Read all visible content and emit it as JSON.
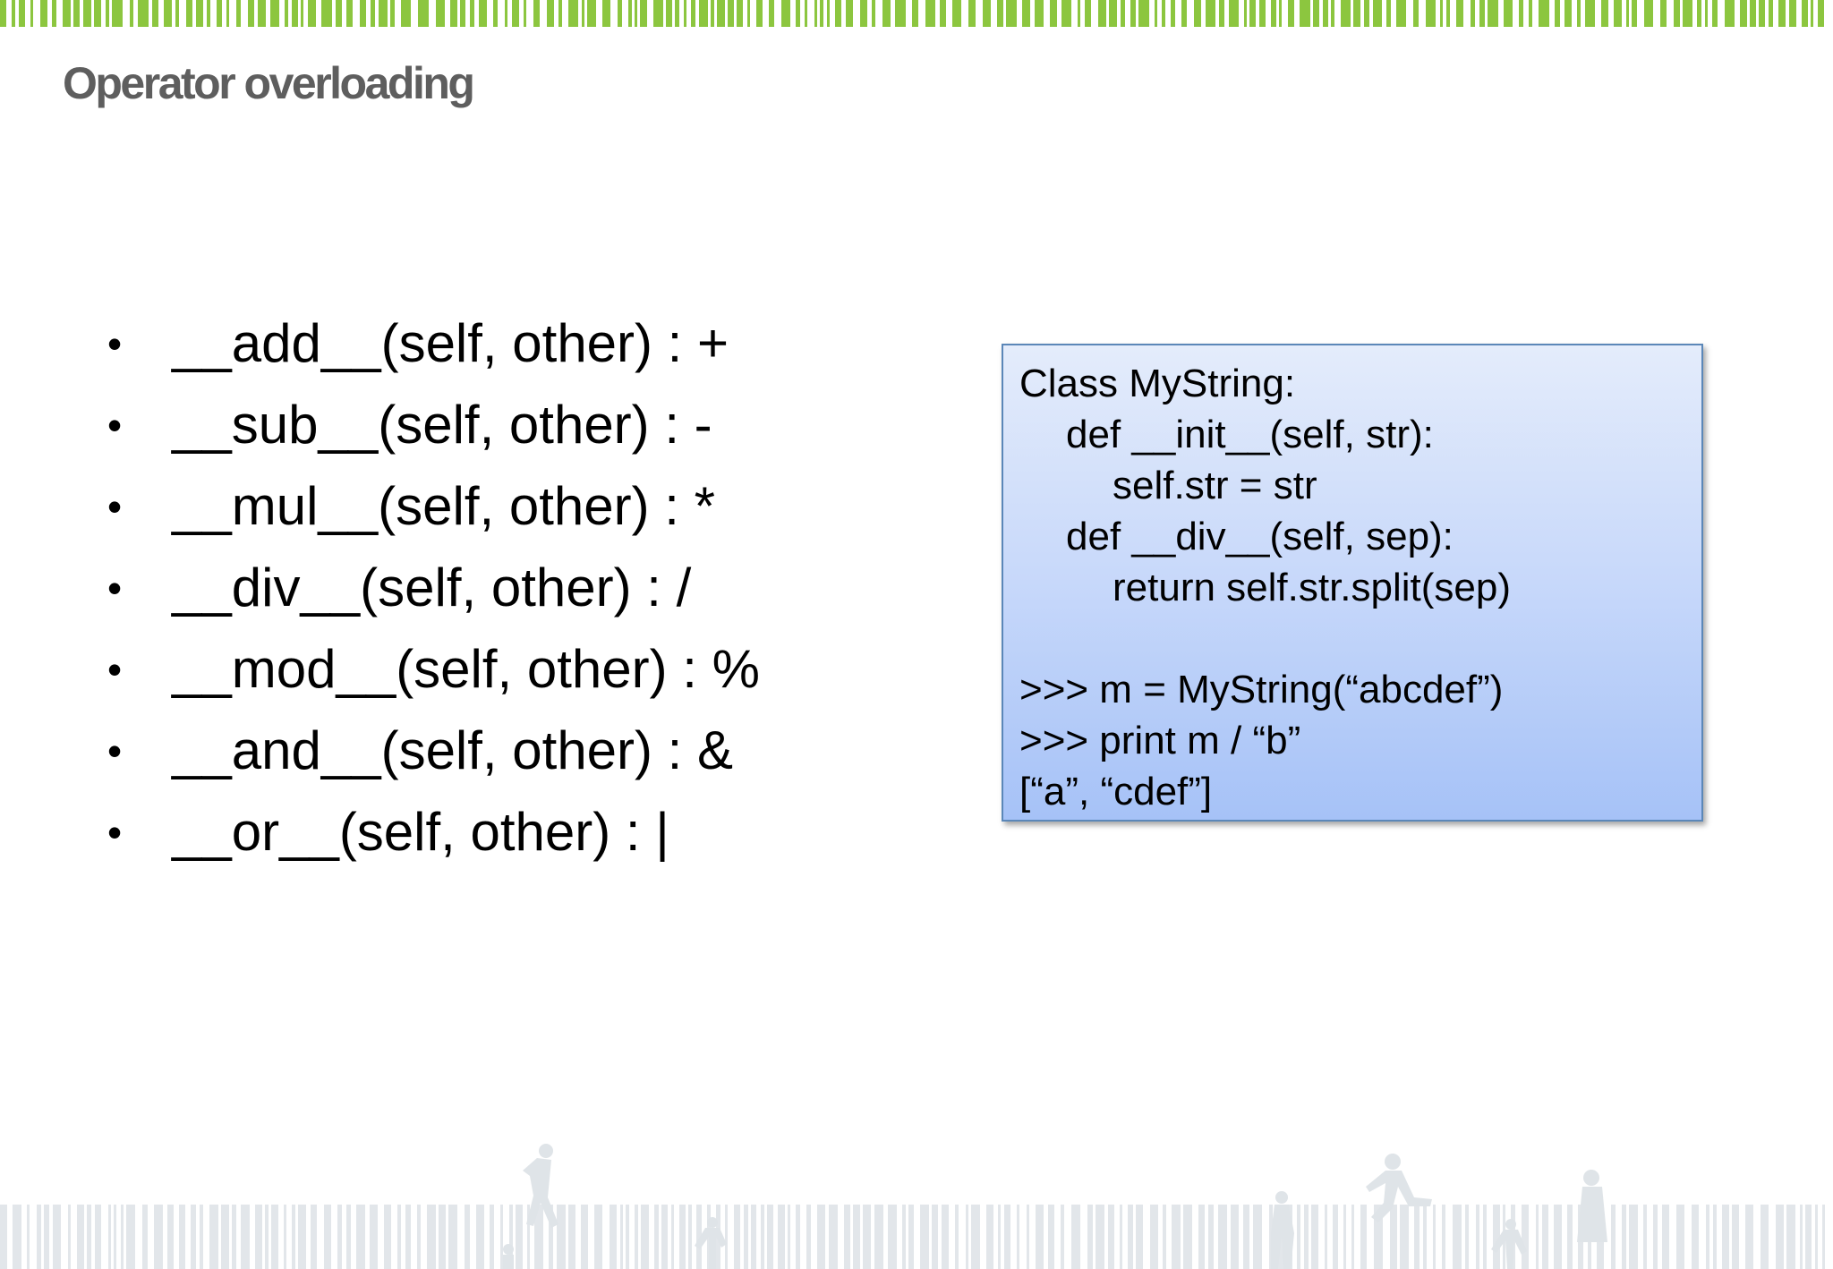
{
  "slide": {
    "title": "Operator overloading",
    "bullet_symbol": "•",
    "bullets": [
      "__add__(self, other) : +",
      "__sub__(self, other) : -",
      "__mul__(self, other) : *",
      "__div__(self, other) : /",
      "__mod__(self, other) : %",
      "__and__(self, other) : &",
      "__or__(self, other) : |"
    ],
    "code_lines": [
      "Class MyString:",
      "def __init__(self, str):",
      "self.str = str",
      "def __div__(self, sep):",
      "return self.str.split(sep)",
      "",
      ">>> m = MyString(“abcdef”)",
      ">>> print m / “b”",
      "[“a”, “cdef”]"
    ]
  },
  "colors": {
    "accent_green": "#8cc63f",
    "title_gray": "#5e5e5e",
    "code_box_border": "#5b87b8",
    "code_box_top": "#e4ecfb",
    "code_box_bottom": "#a6c2f7",
    "footer_pattern": "#e2e6ea"
  }
}
